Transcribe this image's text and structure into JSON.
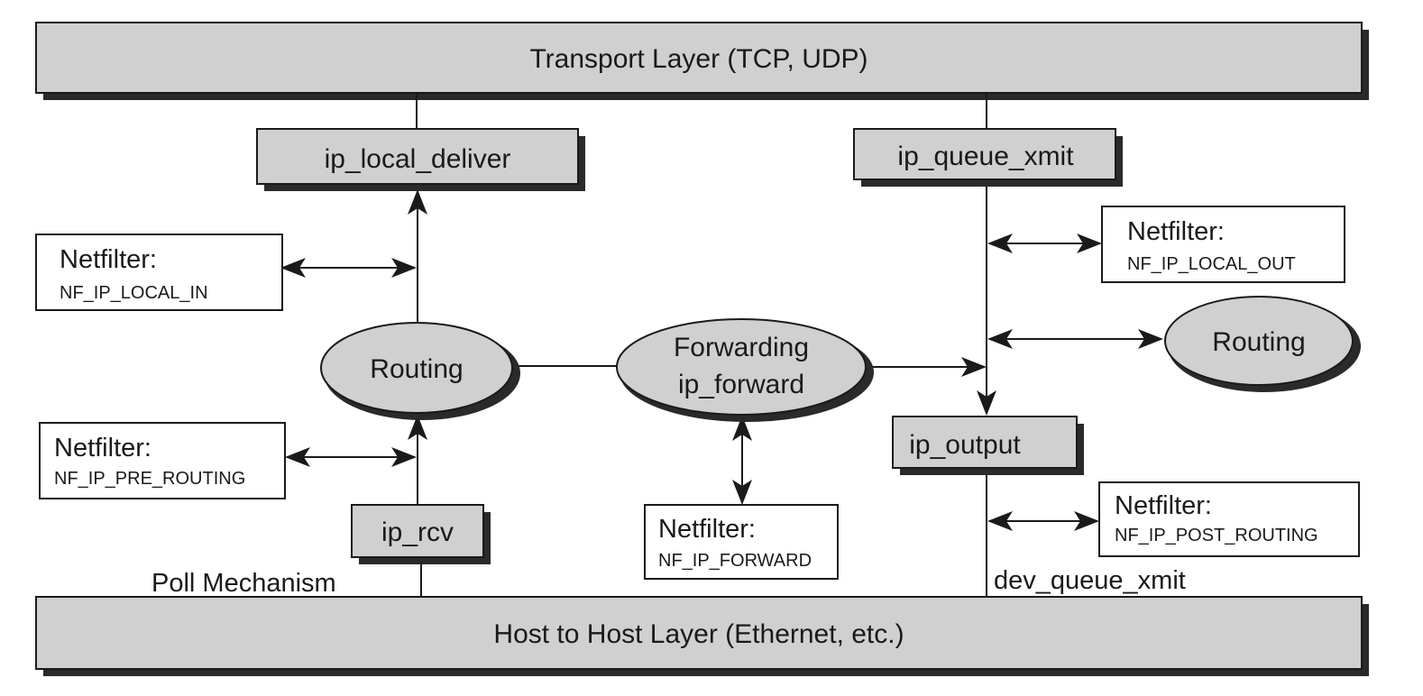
{
  "layers": {
    "transport": "Transport Layer (TCP, UDP)",
    "host_to_host": "Host to Host Layer (Ethernet, etc.)"
  },
  "functions": {
    "ip_local_deliver": "ip_local_deliver",
    "ip_queue_xmit": "ip_queue_xmit",
    "ip_output": "ip_output",
    "ip_rcv": "ip_rcv"
  },
  "ellipses": {
    "routing_left": "Routing",
    "routing_right": "Routing",
    "forwarding_line1": "Forwarding",
    "forwarding_line2": "ip_forward"
  },
  "netfilters": {
    "local_in": {
      "title": "Netfilter:",
      "hook": "NF_IP_LOCAL_IN"
    },
    "pre_routing": {
      "title": "Netfilter:",
      "hook": "NF_IP_PRE_ROUTING"
    },
    "forward": {
      "title": "Netfilter:",
      "hook": "NF_IP_FORWARD"
    },
    "local_out": {
      "title": "Netfilter:",
      "hook": "NF_IP_LOCAL_OUT"
    },
    "post_routing": {
      "title": "Netfilter:",
      "hook": "NF_IP_POST_ROUTING"
    }
  },
  "labels": {
    "poll_mechanism": "Poll Mechanism",
    "dev_queue_xmit": "dev_queue_xmit"
  }
}
